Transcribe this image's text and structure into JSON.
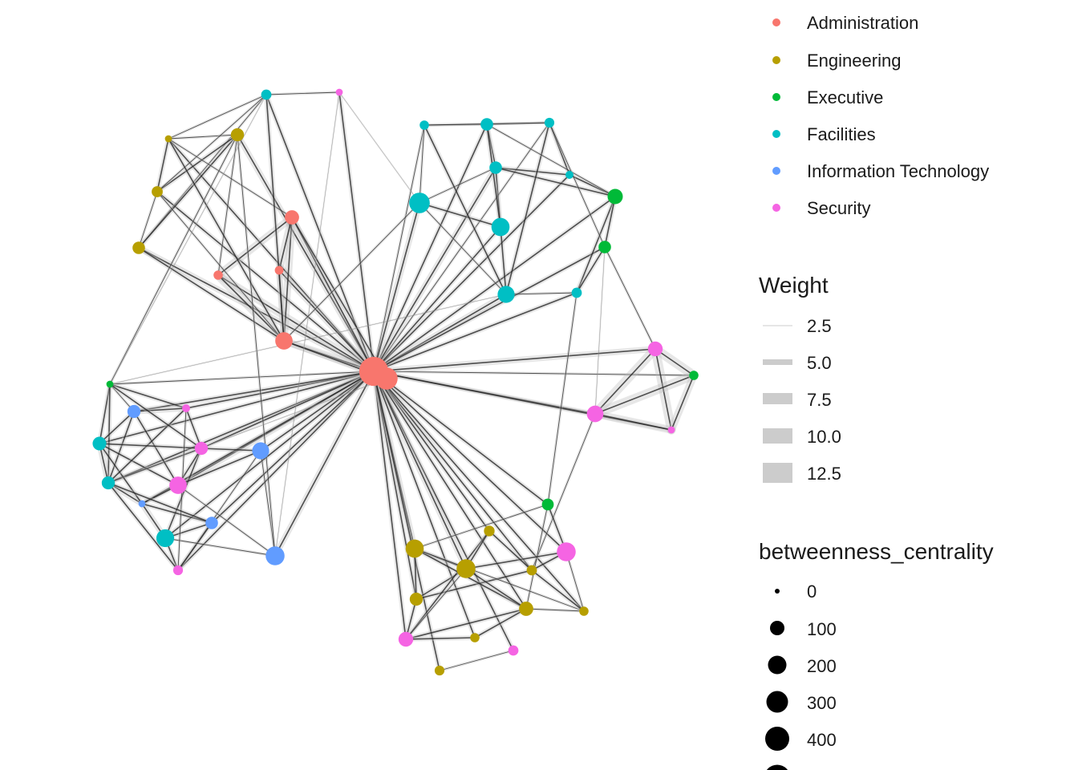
{
  "colors": {
    "Administration": "#F8766D",
    "Engineering": "#B79F00",
    "Executive": "#00BA38",
    "Facilities": "#00BFC4",
    "Information Technology": "#619CFF",
    "Security": "#F564E3"
  },
  "legend": {
    "groups": [
      "Administration",
      "Engineering",
      "Executive",
      "Facilities",
      "Information Technology",
      "Security"
    ],
    "weight": {
      "title": "Weight",
      "items": [
        "2.5",
        "5.0",
        "7.5",
        "10.0",
        "12.5"
      ]
    },
    "betweenness": {
      "title": "betweenness_centrality",
      "items": [
        "0",
        "100",
        "200",
        "300",
        "400"
      ]
    }
  },
  "nodes": [
    {
      "id": "a1",
      "group": "Administration",
      "bc": 600
    },
    {
      "id": "a2",
      "group": "Administration",
      "bc": 300
    },
    {
      "id": "a3",
      "group": "Administration",
      "bc": 160
    },
    {
      "id": "a4",
      "group": "Administration",
      "bc": 20
    },
    {
      "id": "a5",
      "group": "Administration",
      "bc": 90
    },
    {
      "id": "a6",
      "group": "Administration",
      "bc": 15
    },
    {
      "id": "e1",
      "group": "Engineering",
      "bc": 60
    },
    {
      "id": "e2",
      "group": "Engineering",
      "bc": 40
    },
    {
      "id": "e3",
      "group": "Engineering",
      "bc": 5
    },
    {
      "id": "e4",
      "group": "Engineering",
      "bc": 70
    },
    {
      "id": "e5",
      "group": "Engineering",
      "bc": 180
    },
    {
      "id": "e6",
      "group": "Engineering",
      "bc": 200
    },
    {
      "id": "e7",
      "group": "Engineering",
      "bc": 70
    },
    {
      "id": "e8",
      "group": "Engineering",
      "bc": 35
    },
    {
      "id": "e9",
      "group": "Engineering",
      "bc": 30
    },
    {
      "id": "e10",
      "group": "Engineering",
      "bc": 90
    },
    {
      "id": "e11",
      "group": "Engineering",
      "bc": 20
    },
    {
      "id": "e12",
      "group": "Engineering",
      "bc": 25
    },
    {
      "id": "e13",
      "group": "Engineering",
      "bc": 20
    },
    {
      "id": "x1",
      "group": "Executive",
      "bc": 110
    },
    {
      "id": "x2",
      "group": "Executive",
      "bc": 60
    },
    {
      "id": "x3",
      "group": "Executive",
      "bc": 20
    },
    {
      "id": "x4",
      "group": "Executive",
      "bc": 50
    },
    {
      "id": "x5",
      "group": "Executive",
      "bc": 5
    },
    {
      "id": "f1",
      "group": "Facilities",
      "bc": 30
    },
    {
      "id": "f2",
      "group": "Facilities",
      "bc": 20
    },
    {
      "id": "f3",
      "group": "Facilities",
      "bc": 60
    },
    {
      "id": "f4",
      "group": "Facilities",
      "bc": 25
    },
    {
      "id": "f5",
      "group": "Facilities",
      "bc": 60
    },
    {
      "id": "f6",
      "group": "Facilities",
      "bc": 10
    },
    {
      "id": "f7",
      "group": "Facilities",
      "bc": 250
    },
    {
      "id": "f8",
      "group": "Facilities",
      "bc": 180
    },
    {
      "id": "f9",
      "group": "Facilities",
      "bc": 150
    },
    {
      "id": "f10",
      "group": "Facilities",
      "bc": 30
    },
    {
      "id": "f11",
      "group": "Facilities",
      "bc": 80
    },
    {
      "id": "f12",
      "group": "Facilities",
      "bc": 70
    },
    {
      "id": "f13",
      "group": "Facilities",
      "bc": 170
    },
    {
      "id": "i1",
      "group": "Information Technology",
      "bc": 70
    },
    {
      "id": "i2",
      "group": "Information Technology",
      "bc": 150
    },
    {
      "id": "i3",
      "group": "Information Technology",
      "bc": 5
    },
    {
      "id": "i4",
      "group": "Information Technology",
      "bc": 60
    },
    {
      "id": "i5",
      "group": "Information Technology",
      "bc": 200
    },
    {
      "id": "s1",
      "group": "Security",
      "bc": 5
    },
    {
      "id": "s2",
      "group": "Security",
      "bc": 100
    },
    {
      "id": "s3",
      "group": "Security",
      "bc": 140
    },
    {
      "id": "s4",
      "group": "Security",
      "bc": 5
    },
    {
      "id": "s5",
      "group": "Security",
      "bc": 200
    },
    {
      "id": "s6",
      "group": "Security",
      "bc": 100
    },
    {
      "id": "s7",
      "group": "Security",
      "bc": 30
    },
    {
      "id": "s8",
      "group": "Security",
      "bc": 10
    },
    {
      "id": "s9",
      "group": "Security",
      "bc": 70
    },
    {
      "id": "s10",
      "group": "Security",
      "bc": 160
    },
    {
      "id": "s11",
      "group": "Security",
      "bc": 25
    }
  ],
  "edges": [
    [
      "a1",
      "f1",
      3
    ],
    [
      "a1",
      "f2",
      2
    ],
    [
      "a1",
      "f3",
      3
    ],
    [
      "a1",
      "f4",
      2
    ],
    [
      "a1",
      "f5",
      4
    ],
    [
      "a1",
      "f6",
      3
    ],
    [
      "a1",
      "f7",
      4
    ],
    [
      "a1",
      "f8",
      3
    ],
    [
      "a1",
      "f9",
      4
    ],
    [
      "a1",
      "f10",
      3
    ],
    [
      "a1",
      "f11",
      3
    ],
    [
      "a1",
      "f12",
      3
    ],
    [
      "a1",
      "f13",
      3
    ],
    [
      "a1",
      "x1",
      3
    ],
    [
      "a1",
      "x2",
      3
    ],
    [
      "a1",
      "x3",
      2
    ],
    [
      "a1",
      "x4",
      3
    ],
    [
      "a1",
      "x5",
      2
    ],
    [
      "a1",
      "s1",
      3
    ],
    [
      "a1",
      "s2",
      4
    ],
    [
      "a1",
      "s3",
      3
    ],
    [
      "a1",
      "s4",
      3
    ],
    [
      "a1",
      "s5",
      3
    ],
    [
      "a1",
      "s6",
      3
    ],
    [
      "a1",
      "s7",
      3
    ],
    [
      "a1",
      "s8",
      3
    ],
    [
      "a1",
      "s9",
      3
    ],
    [
      "a1",
      "s10",
      4
    ],
    [
      "a1",
      "s11",
      3
    ],
    [
      "a1",
      "i1",
      3
    ],
    [
      "a1",
      "i2",
      3
    ],
    [
      "a1",
      "i3",
      3
    ],
    [
      "a1",
      "i4",
      3
    ],
    [
      "a1",
      "i5",
      4
    ],
    [
      "a1",
      "e1",
      4
    ],
    [
      "a1",
      "e2",
      3
    ],
    [
      "a1",
      "e3",
      3
    ],
    [
      "a1",
      "e4",
      4
    ],
    [
      "a1",
      "e5",
      4
    ],
    [
      "a1",
      "e6",
      4
    ],
    [
      "a1",
      "e7",
      3
    ],
    [
      "a1",
      "e8",
      3
    ],
    [
      "a1",
      "e9",
      3
    ],
    [
      "a1",
      "e10",
      3
    ],
    [
      "a1",
      "e11",
      3
    ],
    [
      "a1",
      "e12",
      3
    ],
    [
      "a1",
      "e13",
      3
    ],
    [
      "a1",
      "a2",
      6
    ],
    [
      "a1",
      "a3",
      5
    ],
    [
      "a1",
      "a4",
      5
    ],
    [
      "a1",
      "a5",
      4
    ],
    [
      "a1",
      "a6",
      4
    ],
    [
      "a3",
      "a4",
      6
    ],
    [
      "a3",
      "a5",
      5
    ],
    [
      "a3",
      "a2",
      4
    ],
    [
      "a5",
      "a6",
      5
    ],
    [
      "a5",
      "a4",
      5
    ],
    [
      "a3",
      "a6",
      4
    ],
    [
      "a2",
      "a5",
      3
    ],
    [
      "e1",
      "e2",
      2
    ],
    [
      "e2",
      "e3",
      3
    ],
    [
      "e3",
      "f1",
      2
    ],
    [
      "e1",
      "f1",
      2
    ],
    [
      "e1",
      "e4",
      3
    ],
    [
      "e4",
      "e3",
      2
    ],
    [
      "e4",
      "e2",
      3
    ],
    [
      "e2",
      "f1",
      2
    ],
    [
      "e4",
      "a4",
      2
    ],
    [
      "e3",
      "a5",
      2
    ],
    [
      "e1",
      "a3",
      3
    ],
    [
      "e2",
      "a3",
      2
    ],
    [
      "f1",
      "a3",
      3
    ],
    [
      "e3",
      "a3",
      3
    ],
    [
      "f1",
      "s1",
      2
    ],
    [
      "e4",
      "x5",
      2
    ],
    [
      "f2",
      "f3",
      2
    ],
    [
      "f3",
      "f4",
      2
    ],
    [
      "f2",
      "f4",
      2
    ],
    [
      "f3",
      "f5",
      3
    ],
    [
      "f4",
      "f6",
      3
    ],
    [
      "f5",
      "f6",
      3
    ],
    [
      "f2",
      "f7",
      2
    ],
    [
      "f7",
      "f8",
      3
    ],
    [
      "f8",
      "f9",
      3
    ],
    [
      "f5",
      "f8",
      3
    ],
    [
      "f9",
      "f10",
      2
    ],
    [
      "f10",
      "x1",
      3
    ],
    [
      "x1",
      "f6",
      3
    ],
    [
      "x1",
      "x2",
      3
    ],
    [
      "x2",
      "f10",
      3
    ],
    [
      "f5",
      "x1",
      3
    ],
    [
      "f3",
      "f8",
      3
    ],
    [
      "f4",
      "f9",
      3
    ],
    [
      "f7",
      "f5",
      2
    ],
    [
      "f2",
      "f9",
      3
    ],
    [
      "f3",
      "x1",
      2
    ],
    [
      "f4",
      "x2",
      2
    ],
    [
      "f7",
      "f9",
      2
    ],
    [
      "x2",
      "s2",
      2
    ],
    [
      "f10",
      "x4",
      2
    ],
    [
      "s2",
      "s3",
      6
    ],
    [
      "s2",
      "s4",
      6
    ],
    [
      "s3",
      "x3",
      6
    ],
    [
      "s2",
      "x3",
      6
    ],
    [
      "s4",
      "x3",
      5
    ],
    [
      "s3",
      "s4",
      5
    ],
    [
      "s3",
      "e9",
      2
    ],
    [
      "x4",
      "e5",
      2
    ],
    [
      "x4",
      "s5",
      3
    ],
    [
      "x4",
      "e10",
      2
    ],
    [
      "e5",
      "e6",
      3
    ],
    [
      "e6",
      "e7",
      3
    ],
    [
      "e5",
      "e7",
      3
    ],
    [
      "e6",
      "s5",
      3
    ],
    [
      "e7",
      "e9",
      3
    ],
    [
      "e9",
      "s5",
      3
    ],
    [
      "e8",
      "e9",
      3
    ],
    [
      "e8",
      "s6",
      3
    ],
    [
      "e10",
      "s6",
      3
    ],
    [
      "e10",
      "e11",
      3
    ],
    [
      "e11",
      "s6",
      3
    ],
    [
      "e6",
      "e8",
      3
    ],
    [
      "e7",
      "s6",
      3
    ],
    [
      "e5",
      "e10",
      3
    ],
    [
      "e6",
      "e10",
      3
    ],
    [
      "e12",
      "s7",
      2
    ],
    [
      "e13",
      "e10",
      2
    ],
    [
      "e13",
      "s5",
      2
    ],
    [
      "e6",
      "s6",
      2
    ],
    [
      "e5",
      "e13",
      2
    ],
    [
      "e9",
      "e13",
      3
    ],
    [
      "x5",
      "f11",
      3
    ],
    [
      "x5",
      "i1",
      2
    ],
    [
      "x5",
      "f12",
      3
    ],
    [
      "x5",
      "s8",
      3
    ],
    [
      "s8",
      "i1",
      4
    ],
    [
      "i1",
      "f11",
      3
    ],
    [
      "i1",
      "f12",
      3
    ],
    [
      "f11",
      "f12",
      4
    ],
    [
      "f12",
      "i3",
      4
    ],
    [
      "i3",
      "f13",
      4
    ],
    [
      "f13",
      "s9",
      3
    ],
    [
      "s9",
      "s10",
      3
    ],
    [
      "s10",
      "i2",
      3
    ],
    [
      "i2",
      "s11",
      2
    ],
    [
      "s11",
      "f13",
      3
    ],
    [
      "i3",
      "s10",
      3
    ],
    [
      "i4",
      "s11",
      3
    ],
    [
      "i4",
      "f13",
      3
    ],
    [
      "f11",
      "s10",
      3
    ],
    [
      "f12",
      "s9",
      3
    ],
    [
      "i3",
      "i4",
      3
    ],
    [
      "s8",
      "s9",
      3
    ],
    [
      "s9",
      "i2",
      3
    ],
    [
      "f11",
      "i3",
      3
    ],
    [
      "f12",
      "s11",
      3
    ],
    [
      "i1",
      "s10",
      3
    ],
    [
      "s8",
      "f12",
      3
    ],
    [
      "f11",
      "s9",
      3
    ],
    [
      "s10",
      "i5",
      2
    ],
    [
      "i5",
      "f13",
      2
    ],
    [
      "i2",
      "i5",
      2
    ],
    [
      "s8",
      "s11",
      2
    ],
    [
      "i4",
      "f12",
      3
    ],
    [
      "x5",
      "s9",
      3
    ],
    [
      "i5",
      "e4",
      2
    ],
    [
      "x5",
      "f9",
      1
    ],
    [
      "s1",
      "f7",
      1
    ],
    [
      "s1",
      "i5",
      1
    ],
    [
      "a2",
      "f12",
      1
    ],
    [
      "x2",
      "s3",
      1
    ],
    [
      "f1",
      "x5",
      1
    ],
    [
      "f7",
      "a3",
      2
    ]
  ]
}
